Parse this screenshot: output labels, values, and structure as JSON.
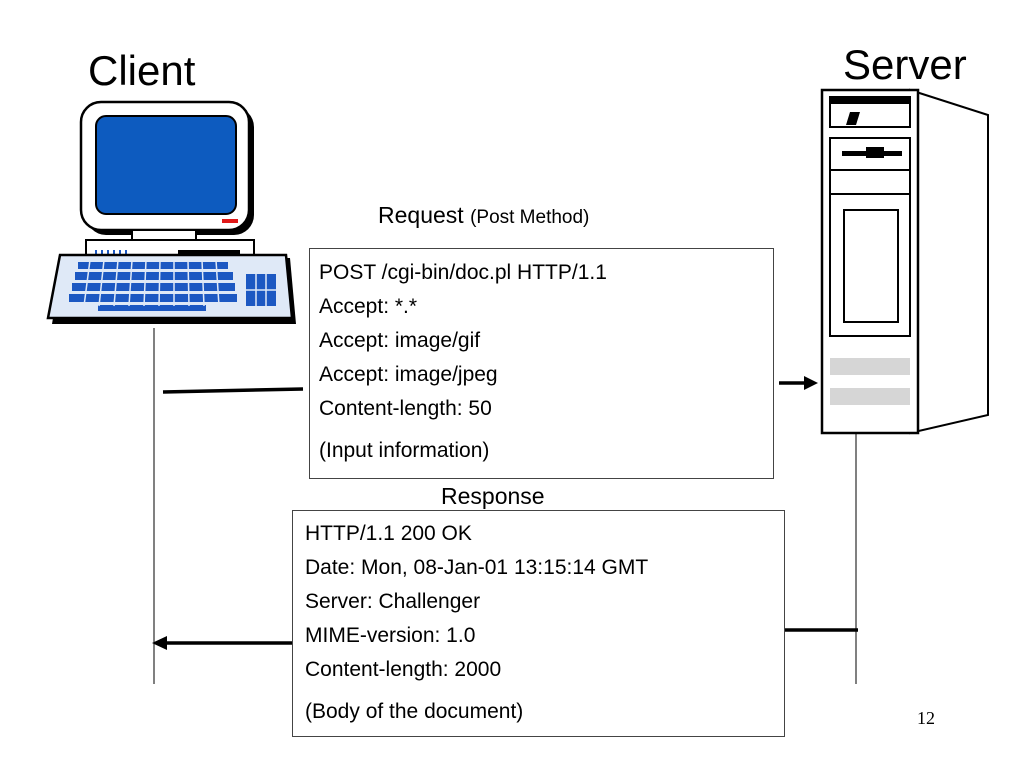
{
  "client": {
    "title": "Client"
  },
  "server": {
    "title": "Server"
  },
  "request": {
    "label": "Request",
    "method": "(Post Method)",
    "lines": [
      "POST /cgi-bin/doc.pl HTTP/1.1",
      "Accept: *.*",
      "Accept: image/gif",
      "Accept: image/jpeg",
      "Content-length: 50"
    ],
    "body": "(Input information)"
  },
  "response": {
    "label": "Response",
    "lines": [
      "HTTP/1.1 200 OK",
      "Date: Mon, 08-Jan-01 13:15:14 GMT",
      "Server: Challenger",
      "MIME-version: 1.0",
      "Content-length: 2000"
    ],
    "body": "(Body of the document)"
  },
  "page_number": "12",
  "icons": {
    "client": "desktop-computer-icon",
    "server": "server-tower-icon"
  },
  "colors": {
    "screen": "#0d5bbf",
    "keyboard": "#dfe9f7",
    "keys": "#1c58c2",
    "indicator": "#e01818",
    "server_slot": "#d6d6d6"
  }
}
